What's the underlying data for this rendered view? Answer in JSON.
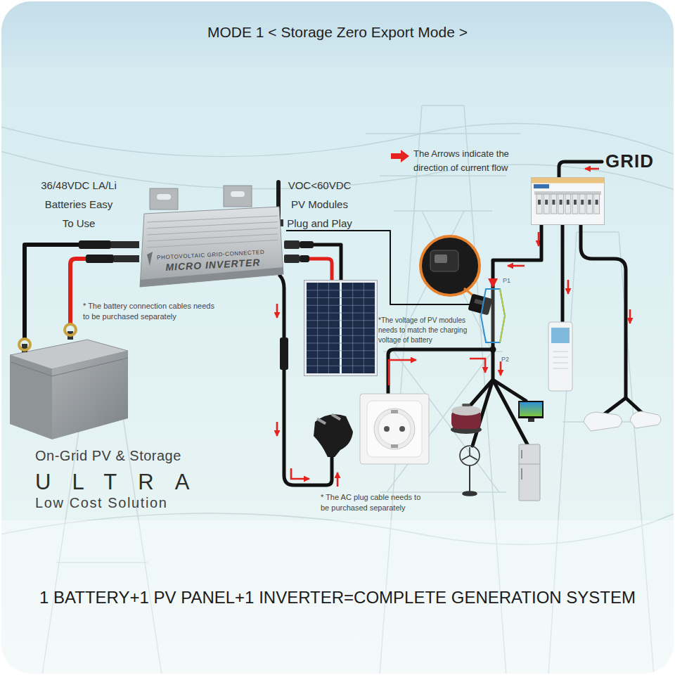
{
  "diagram": {
    "title": "MODE 1 < Storage Zero Export Mode >",
    "caption": "1 BATTERY+1 PV PANEL+1 INVERTER=COMPLETE GENERATION SYSTEM",
    "nodes": [
      {
        "text": [
          "36/48VDC LA/Li Batteries Easy To Use"
        ]
      },
      {
        "text": [
          "PHOTOVOLTAIC GRID-CONNECTED",
          "MICRO INVERTER"
        ]
      },
      {
        "text": [
          "VOC<60VDC PV Modules Plug and Play"
        ]
      },
      {
        "text": [
          "GRID"
        ]
      },
      {
        "text": [
          "P1",
          "P2"
        ]
      }
    ],
    "edges": [
      {
        "from": 0,
        "to": 1,
        "arrow": "none"
      },
      {
        "from": 2,
        "to": 1,
        "arrow": "none"
      },
      {
        "from": 1,
        "to": 4,
        "arrow": "none"
      },
      {
        "from": 3,
        "to": 4,
        "arrow": "to"
      }
    ],
    "labels": [
      "* The battery connection cables needs to be purchased separately",
      "*The voltage of PV modules needs to match the charging voltage of battery",
      "* The AC plug cable needs to be purchased separately",
      "On-Grid PV & Storage",
      "ULTRA",
      "Low Cost Solution"
    ],
    "legend": [
      {
        "text": "The Arrows indicate the direction of current flow"
      }
    ]
  }
}
